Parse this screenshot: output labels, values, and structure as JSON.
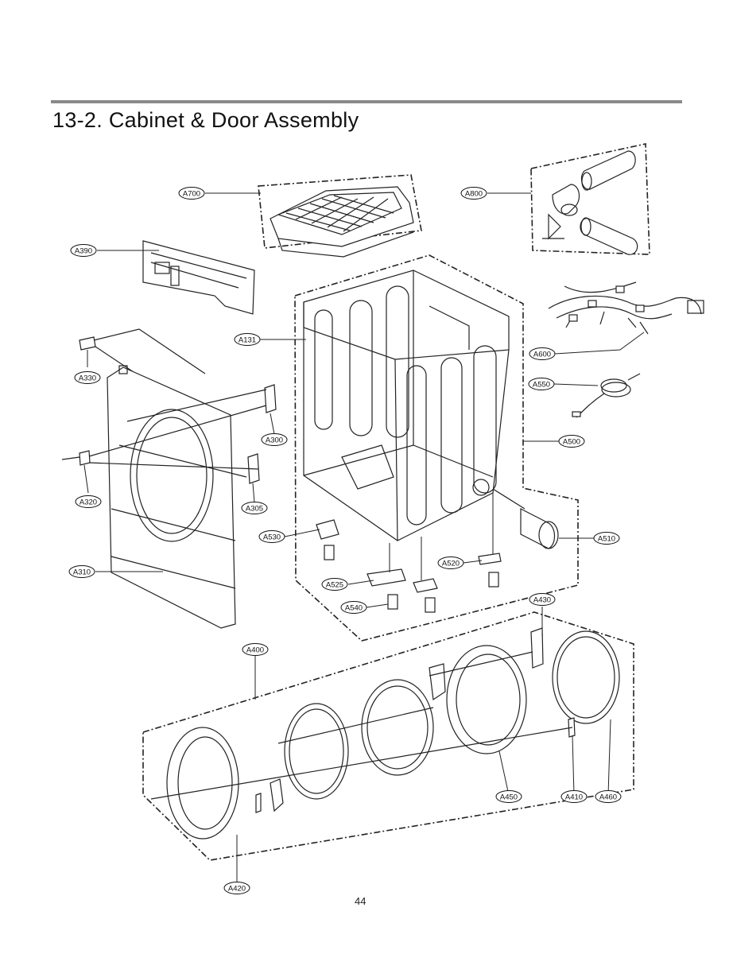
{
  "page": {
    "title": "13-2. Cabinet & Door Assembly",
    "page_number": "44"
  },
  "diagram": {
    "callouts": [
      {
        "id": "A700",
        "label": "A700"
      },
      {
        "id": "A800",
        "label": "A800"
      },
      {
        "id": "A390",
        "label": "A390"
      },
      {
        "id": "A131",
        "label": "A131"
      },
      {
        "id": "A600",
        "label": "A600"
      },
      {
        "id": "A550",
        "label": "A550"
      },
      {
        "id": "A330",
        "label": "A330"
      },
      {
        "id": "A300",
        "label": "A300"
      },
      {
        "id": "A500",
        "label": "A500"
      },
      {
        "id": "A320",
        "label": "A320"
      },
      {
        "id": "A305",
        "label": "A305"
      },
      {
        "id": "A530",
        "label": "A530"
      },
      {
        "id": "A510",
        "label": "A510"
      },
      {
        "id": "A310",
        "label": "A310"
      },
      {
        "id": "A520",
        "label": "A520"
      },
      {
        "id": "A525",
        "label": "A525"
      },
      {
        "id": "A540",
        "label": "A540"
      },
      {
        "id": "A430",
        "label": "A430"
      },
      {
        "id": "A400",
        "label": "A400"
      },
      {
        "id": "A450",
        "label": "A450"
      },
      {
        "id": "A410",
        "label": "A410"
      },
      {
        "id": "A460",
        "label": "A460"
      },
      {
        "id": "A420",
        "label": "A420"
      }
    ]
  }
}
